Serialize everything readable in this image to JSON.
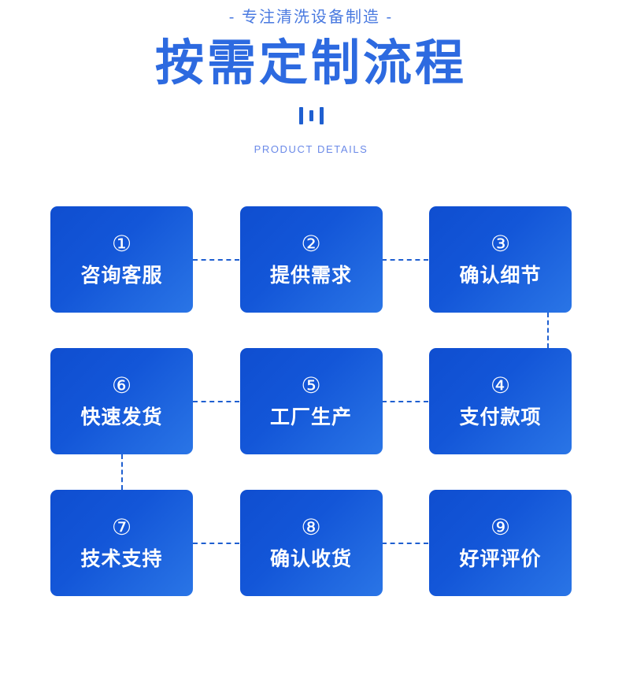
{
  "header": {
    "subtitle": "- 专注清洗设备制造 -",
    "title": "按需定制流程",
    "eyebrow": "PRODUCT DETAILS",
    "divider_icon": "three-bars-divider"
  },
  "colors": {
    "title_blue": "#2d6ae0",
    "subtitle_blue": "#4a7ae0",
    "eyebrow_blue": "#6b8ae8",
    "card_gradient_start": "#0f4ed0",
    "card_gradient_end": "#2a75e6",
    "connector_blue": "#1f5fd0",
    "card_text": "#ffffff",
    "background": "#ffffff"
  },
  "flow": {
    "rows": [
      {
        "cards": [
          {
            "number": "①",
            "label": "咨询客服"
          },
          {
            "number": "②",
            "label": "提供需求"
          },
          {
            "number": "③",
            "label": "确认细节"
          }
        ]
      },
      {
        "cards": [
          {
            "number": "⑥",
            "label": "快速发货"
          },
          {
            "number": "⑤",
            "label": "工厂生产"
          },
          {
            "number": "④",
            "label": "支付款项"
          }
        ]
      },
      {
        "cards": [
          {
            "number": "⑦",
            "label": "技术支持"
          },
          {
            "number": "⑧",
            "label": "确认收货"
          },
          {
            "number": "⑨",
            "label": "好评评价"
          }
        ]
      }
    ]
  }
}
